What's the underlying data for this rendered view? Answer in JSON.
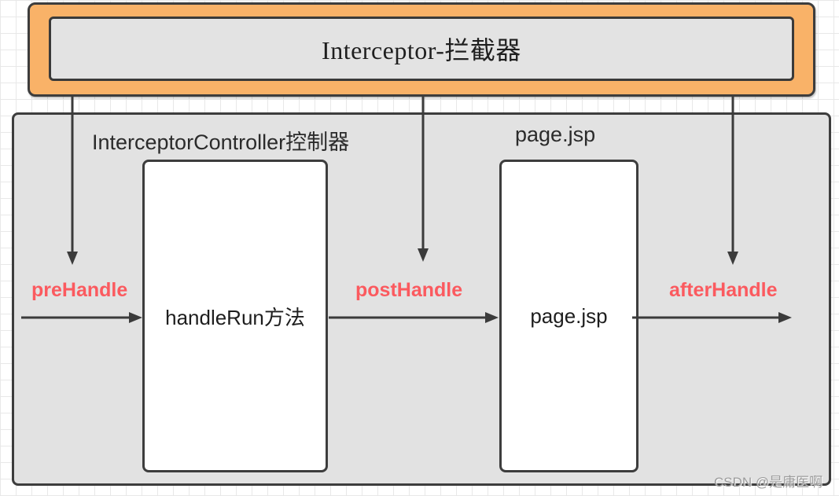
{
  "banner": {
    "title": "Interceptor-拦截器"
  },
  "diagram": {
    "controller_label": "InterceptorController控制器",
    "page_label": "page.jsp",
    "handler_box_label": "handleRun方法",
    "page_box_label": "page.jsp",
    "hooks": {
      "pre": "preHandle",
      "post": "postHandle",
      "after": "afterHandle"
    }
  },
  "watermark": {
    "text": "CSDN @是庸医啊"
  },
  "colors": {
    "banner_fill": "#F9B268",
    "banner_inner_fill": "#E3E3E3",
    "container_fill": "#E2E2E2",
    "node_fill": "#FFFFFF",
    "stroke": "#3D3D3D",
    "hook_red": "#FB5A5F",
    "grid_line": "#E8E8E8",
    "watermark_gray": "#9C9C9C"
  }
}
